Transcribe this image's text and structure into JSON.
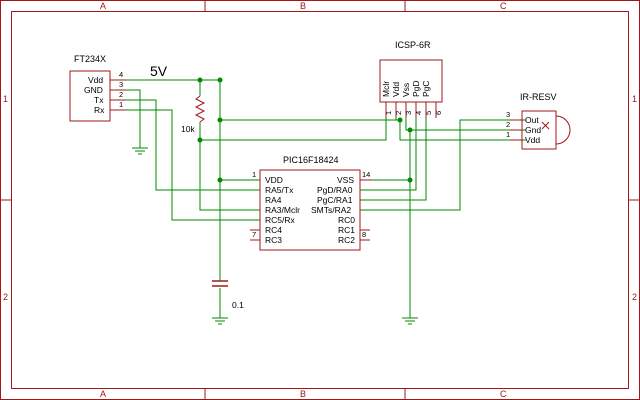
{
  "border": {
    "columns": [
      "A",
      "B",
      "C"
    ],
    "rows": [
      "1",
      "2"
    ]
  },
  "components": {
    "ft234x": {
      "ref": "FT234X",
      "pins": [
        {
          "name": "Vdd",
          "num": "4"
        },
        {
          "name": "GND",
          "num": "3"
        },
        {
          "name": "Tx",
          "num": "2"
        },
        {
          "name": "Rx",
          "num": "1"
        }
      ]
    },
    "net_5v": "5V",
    "resistor": "10k",
    "capacitor": "0.1",
    "pic": {
      "ref": "PIC16F18424",
      "left_pins": [
        {
          "name": "VDD",
          "num": "1"
        },
        {
          "name": "RA5/Tx",
          "num": ""
        },
        {
          "name": "RA4",
          "num": ""
        },
        {
          "name": "RA3/Mclr",
          "num": ""
        },
        {
          "name": "RC5/Rx",
          "num": ""
        },
        {
          "name": "RC4",
          "num": ""
        },
        {
          "name": "RC3",
          "num": "7"
        }
      ],
      "right_pins": [
        {
          "name": "VSS",
          "num": "14"
        },
        {
          "name": "PgD/RA0",
          "num": ""
        },
        {
          "name": "PgC/RA1",
          "num": ""
        },
        {
          "name": "SMTs/RA2",
          "num": ""
        },
        {
          "name": "RC0",
          "num": ""
        },
        {
          "name": "RC1",
          "num": ""
        },
        {
          "name": "RC2",
          "num": "8"
        }
      ]
    },
    "icsp": {
      "ref": "ICSP-6R",
      "pins": [
        {
          "name": "Mclr",
          "num": "1"
        },
        {
          "name": "Vdd",
          "num": "2"
        },
        {
          "name": "Vss",
          "num": "3"
        },
        {
          "name": "PgD",
          "num": "4"
        },
        {
          "name": "PgC",
          "num": "5"
        },
        {
          "name": "",
          "num": "6"
        }
      ]
    },
    "ir": {
      "ref": "IR-RESV",
      "pins": [
        {
          "name": "Out",
          "num": "3"
        },
        {
          "name": "Gnd",
          "num": "2"
        },
        {
          "name": "Vdd",
          "num": "1"
        }
      ]
    }
  },
  "colors": {
    "frame": "#a01818",
    "wire": "#008a00",
    "text": "#000000",
    "background": "#ffffff"
  }
}
